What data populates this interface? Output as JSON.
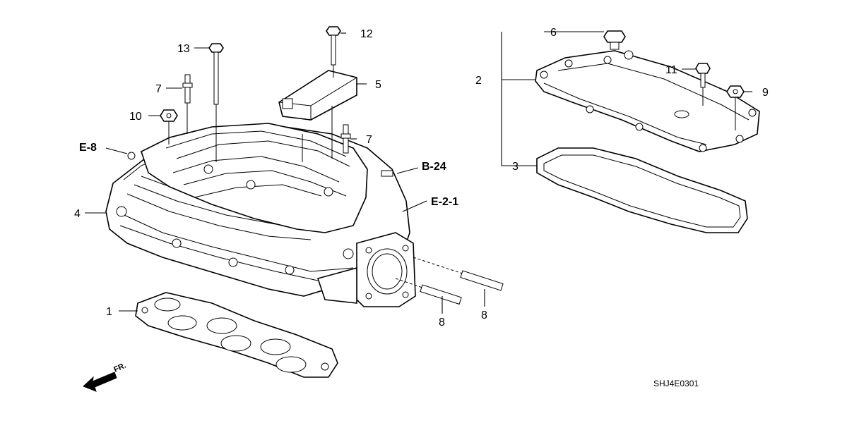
{
  "callouts": {
    "c1": "1",
    "c2": "2",
    "c3": "3",
    "c4": "4",
    "c5": "5",
    "c6": "6",
    "c7a": "7",
    "c7b": "7",
    "c8a": "8",
    "c8b": "8",
    "c9": "9",
    "c10": "10",
    "c11": "11",
    "c12": "12",
    "c13": "13"
  },
  "references": {
    "e8": "E-8",
    "b24": "B-24",
    "e21": "E-2-1"
  },
  "front_indicator": "FR.",
  "diagram_code": "SHJ4E0301"
}
